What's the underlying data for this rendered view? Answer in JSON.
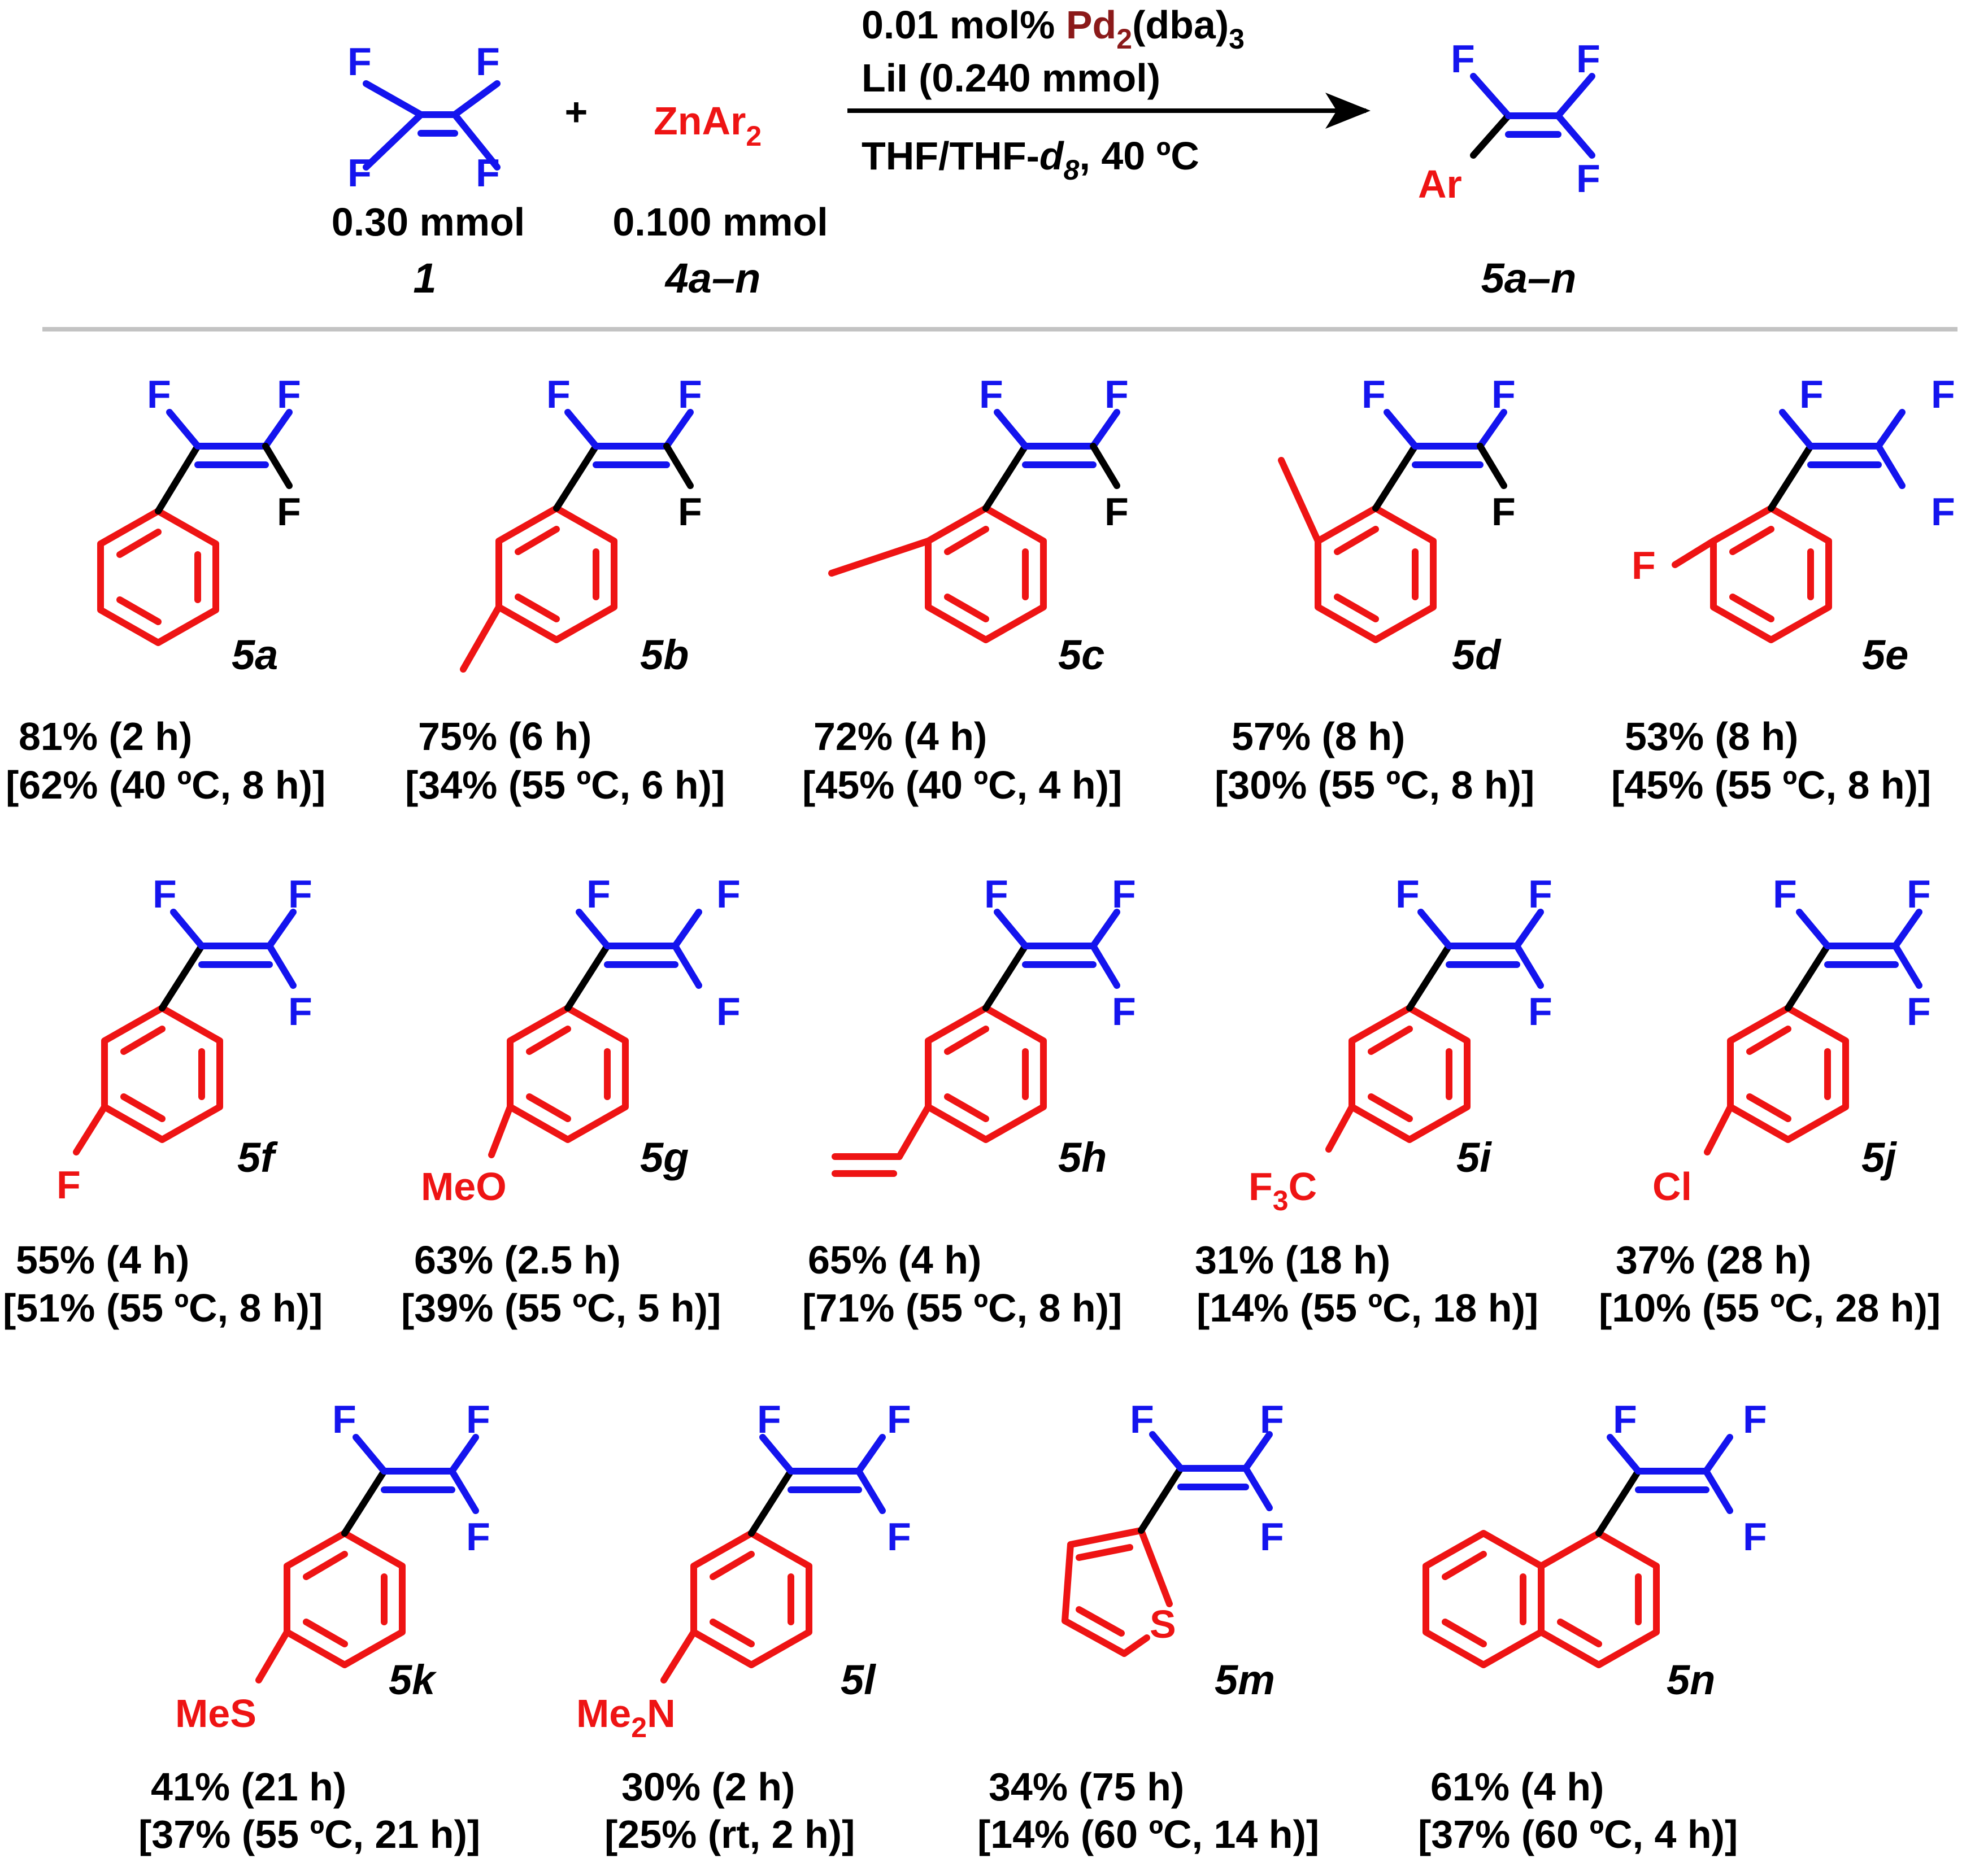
{
  "colors": {
    "fluoro": "#1414ee",
    "aryl": "#ee1414",
    "bond": "#000000",
    "pd": "#8b1a1a",
    "rule": "#c3c3c3"
  },
  "reaction": {
    "tfe": {
      "f": "F",
      "amount": "0.30 mmol",
      "label": "1"
    },
    "plus": "+",
    "zinc": {
      "base": "ZnAr",
      "sub": "2",
      "amount": "0.100 mmol",
      "label": "4a–n"
    },
    "conditions": {
      "line1": {
        "prefix": "0.01 mol% ",
        "pd": "Pd",
        "pd_sub": "2",
        "rest": "(dba)",
        "rest_sub": "3"
      },
      "line2": "LiI (0.240 mmol)",
      "line3": {
        "prefix": "THF/THF-",
        "d": "d",
        "d_sub": "8",
        "suffix": ", 40 ºC"
      }
    },
    "product": {
      "f": "F",
      "ar": "Ar",
      "label": "5a–n"
    }
  },
  "products": [
    {
      "id": "5a",
      "yield": "81% (2 h)",
      "alt": "[62% (40 ºC, 8 h)]",
      "f_color": "mixed"
    },
    {
      "id": "5b",
      "yield": "75% (6 h)",
      "alt": "[34% (55 ºC, 6 h)]",
      "f_color": "mixed",
      "substituent": "CH3"
    },
    {
      "id": "5c",
      "yield": "72% (4 h)",
      "alt": "[45% (40 ºC, 4 h)]",
      "f_color": "mixed",
      "substituent": "CH3"
    },
    {
      "id": "5d",
      "yield": "57% (8 h)",
      "alt": "[30% (55 ºC, 8 h)]",
      "f_color": "mixed",
      "substituent": "CH3"
    },
    {
      "id": "5e",
      "yield": "53% (8 h)",
      "alt": "[45% (55 ºC, 8 h)]",
      "f_color": "blue",
      "substituent": "F"
    },
    {
      "id": "5f",
      "yield": "55% (4 h)",
      "alt": "[51% (55 ºC, 8 h)]",
      "f_color": "blue",
      "substituent": "F"
    },
    {
      "id": "5g",
      "yield": "63% (2.5 h)",
      "alt": "[39% (55 ºC, 5 h)]",
      "f_color": "blue",
      "substituent": "MeO"
    },
    {
      "id": "5h",
      "yield": "65% (4 h)",
      "alt": "[71% (55 ºC, 8 h)]",
      "f_color": "blue",
      "substituent": "vinyl"
    },
    {
      "id": "5i",
      "yield": "31% (18 h)",
      "alt": "[14% (55 ºC, 18 h)]",
      "f_color": "blue",
      "substituent": "F3C"
    },
    {
      "id": "5j",
      "yield": "37% (28 h)",
      "alt": "[10% (55 ºC, 28 h)]",
      "f_color": "blue",
      "substituent": "Cl"
    },
    {
      "id": "5k",
      "yield": "41% (21 h)",
      "alt": "[37% (55 ºC, 21 h)]",
      "f_color": "blue",
      "substituent": "MeS"
    },
    {
      "id": "5l",
      "yield": "30% (2 h)",
      "alt": "[25% (rt, 2 h)]",
      "f_color": "blue",
      "substituent": "Me2N"
    },
    {
      "id": "5m",
      "yield": "34% (75 h)",
      "alt": "[14% (60 ºC, 14 h)]",
      "f_color": "blue",
      "ring_atom": "S"
    },
    {
      "id": "5n",
      "yield": "61% (4 h)",
      "alt": "[37% (60 ºC, 4 h)]",
      "f_color": "blue"
    }
  ],
  "atoms": {
    "meo": "MeO",
    "f3c_base": "F",
    "f3c_sub": "3",
    "f3c_c": "C",
    "cl": "Cl",
    "mes": "MeS",
    "me2n_base": "Me",
    "me2n_sub": "2",
    "me2n_n": "N",
    "s": "S",
    "f": "F"
  }
}
